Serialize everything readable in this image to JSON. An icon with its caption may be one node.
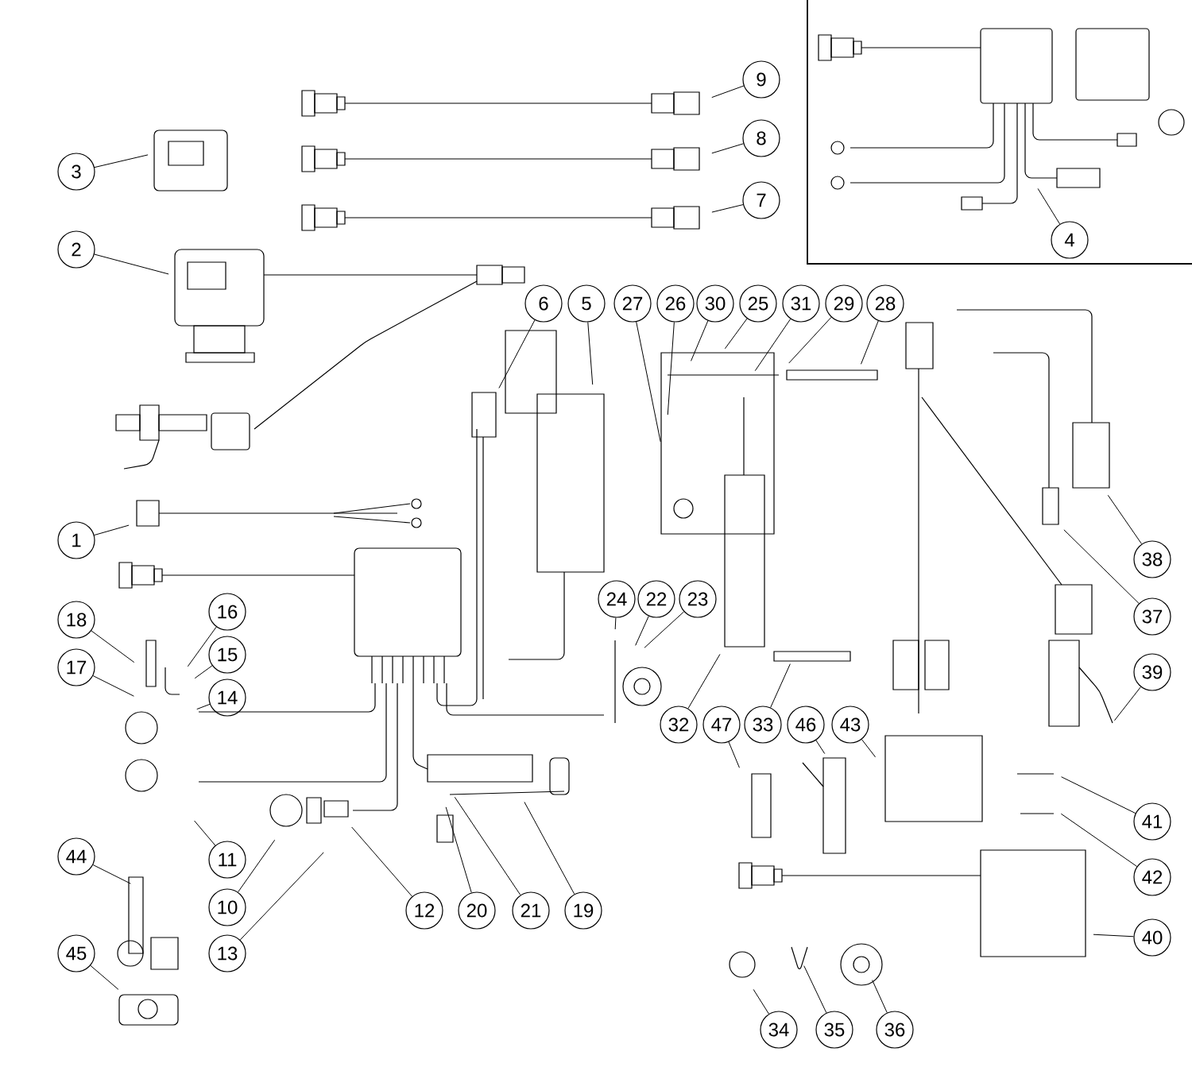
{
  "diagram": {
    "nodes": [
      {
        "text": [
          "1"
        ]
      },
      {
        "text": [
          "2"
        ]
      },
      {
        "text": [
          "3"
        ]
      },
      {
        "text": [
          "4"
        ]
      },
      {
        "text": [
          "5"
        ]
      },
      {
        "text": [
          "6"
        ]
      },
      {
        "text": [
          "7"
        ]
      },
      {
        "text": [
          "8"
        ]
      },
      {
        "text": [
          "9"
        ]
      },
      {
        "text": [
          "10"
        ]
      },
      {
        "text": [
          "11"
        ]
      },
      {
        "text": [
          "12"
        ]
      },
      {
        "text": [
          "13"
        ]
      },
      {
        "text": [
          "14"
        ]
      },
      {
        "text": [
          "15"
        ]
      },
      {
        "text": [
          "16"
        ]
      },
      {
        "text": [
          "17"
        ]
      },
      {
        "text": [
          "18"
        ]
      },
      {
        "text": [
          "19"
        ]
      },
      {
        "text": [
          "20"
        ]
      },
      {
        "text": [
          "21"
        ]
      },
      {
        "text": [
          "22"
        ]
      },
      {
        "text": [
          "23"
        ]
      },
      {
        "text": [
          "24"
        ]
      },
      {
        "text": [
          "25"
        ]
      },
      {
        "text": [
          "26"
        ]
      },
      {
        "text": [
          "27"
        ]
      },
      {
        "text": [
          "28"
        ]
      },
      {
        "text": [
          "29"
        ]
      },
      {
        "text": [
          "30"
        ]
      },
      {
        "text": [
          "31"
        ]
      },
      {
        "text": [
          "32"
        ]
      },
      {
        "text": [
          "33"
        ]
      },
      {
        "text": [
          "34"
        ]
      },
      {
        "text": [
          "35"
        ]
      },
      {
        "text": [
          "36"
        ]
      },
      {
        "text": [
          "37"
        ]
      },
      {
        "text": [
          "38"
        ]
      },
      {
        "text": [
          "39"
        ]
      },
      {
        "text": [
          "40"
        ]
      },
      {
        "text": [
          "41"
        ]
      },
      {
        "text": [
          "42"
        ]
      },
      {
        "text": [
          "43"
        ]
      },
      {
        "text": [
          "44"
        ]
      },
      {
        "text": [
          "45"
        ]
      },
      {
        "text": [
          "46"
        ]
      },
      {
        "text": [
          "47"
        ]
      }
    ],
    "edges": [
      {
        "from": 0,
        "to": null,
        "arrow": "none"
      },
      {
        "from": 1,
        "to": null,
        "arrow": "none"
      },
      {
        "from": 2,
        "to": null,
        "arrow": "none"
      },
      {
        "from": 3,
        "to": null,
        "arrow": "none"
      },
      {
        "from": 4,
        "to": null,
        "arrow": "none"
      },
      {
        "from": 5,
        "to": null,
        "arrow": "none"
      },
      {
        "from": 6,
        "to": null,
        "arrow": "none"
      },
      {
        "from": 7,
        "to": null,
        "arrow": "none"
      },
      {
        "from": 8,
        "to": null,
        "arrow": "none"
      },
      {
        "from": 9,
        "to": null,
        "arrow": "none"
      },
      {
        "from": 10,
        "to": null,
        "arrow": "none"
      },
      {
        "from": 11,
        "to": null,
        "arrow": "none"
      },
      {
        "from": 12,
        "to": null,
        "arrow": "none"
      },
      {
        "from": 13,
        "to": null,
        "arrow": "none"
      },
      {
        "from": 14,
        "to": null,
        "arrow": "none"
      },
      {
        "from": 15,
        "to": null,
        "arrow": "none"
      },
      {
        "from": 16,
        "to": null,
        "arrow": "none"
      },
      {
        "from": 17,
        "to": null,
        "arrow": "none"
      },
      {
        "from": 18,
        "to": null,
        "arrow": "none"
      },
      {
        "from": 19,
        "to": null,
        "arrow": "none"
      },
      {
        "from": 20,
        "to": null,
        "arrow": "none"
      },
      {
        "from": 21,
        "to": null,
        "arrow": "none"
      },
      {
        "from": 22,
        "to": null,
        "arrow": "none"
      },
      {
        "from": 23,
        "to": null,
        "arrow": "none"
      },
      {
        "from": 24,
        "to": null,
        "arrow": "none"
      },
      {
        "from": 25,
        "to": null,
        "arrow": "none"
      },
      {
        "from": 26,
        "to": null,
        "arrow": "none"
      },
      {
        "from": 27,
        "to": null,
        "arrow": "none"
      },
      {
        "from": 28,
        "to": null,
        "arrow": "none"
      },
      {
        "from": 29,
        "to": null,
        "arrow": "none"
      },
      {
        "from": 30,
        "to": null,
        "arrow": "none"
      },
      {
        "from": 31,
        "to": null,
        "arrow": "none"
      },
      {
        "from": 32,
        "to": null,
        "arrow": "none"
      },
      {
        "from": 33,
        "to": null,
        "arrow": "none"
      },
      {
        "from": 34,
        "to": null,
        "arrow": "none"
      },
      {
        "from": 35,
        "to": null,
        "arrow": "none"
      },
      {
        "from": 36,
        "to": null,
        "arrow": "none"
      },
      {
        "from": 37,
        "to": null,
        "arrow": "none"
      },
      {
        "from": 38,
        "to": null,
        "arrow": "none"
      },
      {
        "from": 39,
        "to": null,
        "arrow": "none"
      },
      {
        "from": 40,
        "to": null,
        "arrow": "none"
      },
      {
        "from": 41,
        "to": null,
        "arrow": "none"
      },
      {
        "from": 42,
        "to": null,
        "arrow": "none"
      },
      {
        "from": 43,
        "to": null,
        "arrow": "none"
      },
      {
        "from": 44,
        "to": null,
        "arrow": "none"
      },
      {
        "from": 45,
        "to": null,
        "arrow": "none"
      },
      {
        "from": 46,
        "to": null,
        "arrow": "none"
      }
    ]
  }
}
